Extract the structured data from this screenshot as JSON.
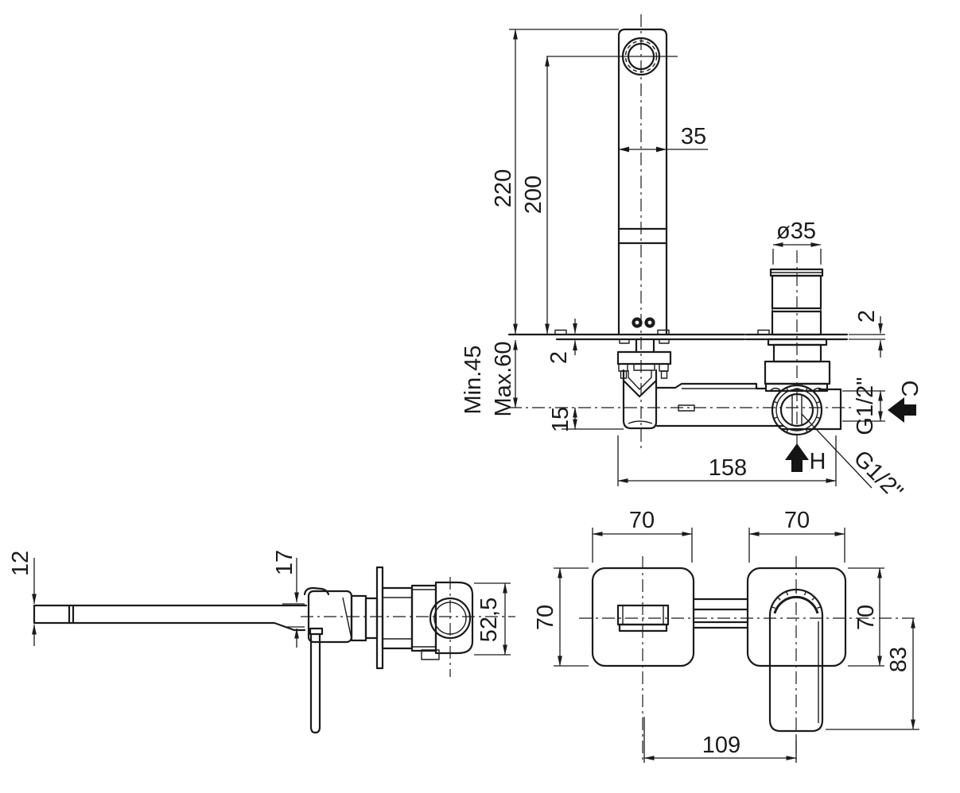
{
  "title": "Wall-mounted basin mixer — dimensional technical drawing",
  "colors": {
    "background": "#ffffff",
    "line": "#1b1b1b"
  },
  "main_view": {
    "dims": {
      "spout_width": "35",
      "total_height": "220",
      "aerator_height": "200",
      "cartridge_diameter": "ø35",
      "plate_thickness_left": "2",
      "plate_thickness_right": "2",
      "recess_min": "Min.45",
      "recess_max": "Max.60",
      "center_offset": "15",
      "body_length": "158",
      "cold_inlet_thread": "G1/2\"",
      "outlet_thread": "G1/2\"",
      "cold_label": "C",
      "hot_label": "H"
    }
  },
  "side_view": {
    "dims": {
      "spout_thickness": "12",
      "spout_end_height": "17",
      "body_height": "52,5"
    }
  },
  "front_view": {
    "dims": {
      "spout_plate_width": "70",
      "spout_plate_height": "70",
      "handle_plate_width": "70",
      "handle_plate_height": "70",
      "handle_length": "83",
      "plate_center_distance": "109"
    }
  }
}
